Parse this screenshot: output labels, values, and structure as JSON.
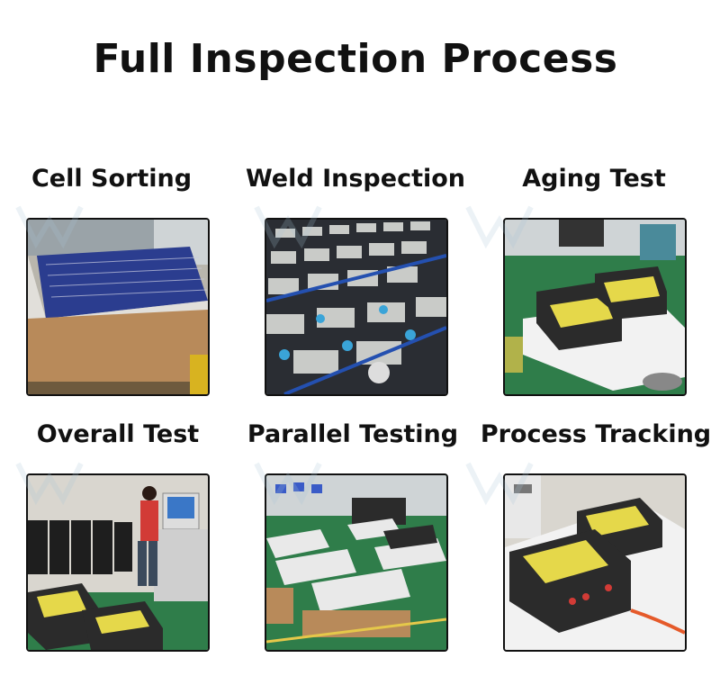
{
  "title": "Full Inspection Process",
  "steps": [
    {
      "label": "Cell Sorting"
    },
    {
      "label": "Weld Inspection"
    },
    {
      "label": "Aging Test"
    },
    {
      "label": "Overall Test"
    },
    {
      "label": "Parallel Testing"
    },
    {
      "label": "Process Tracking"
    }
  ]
}
